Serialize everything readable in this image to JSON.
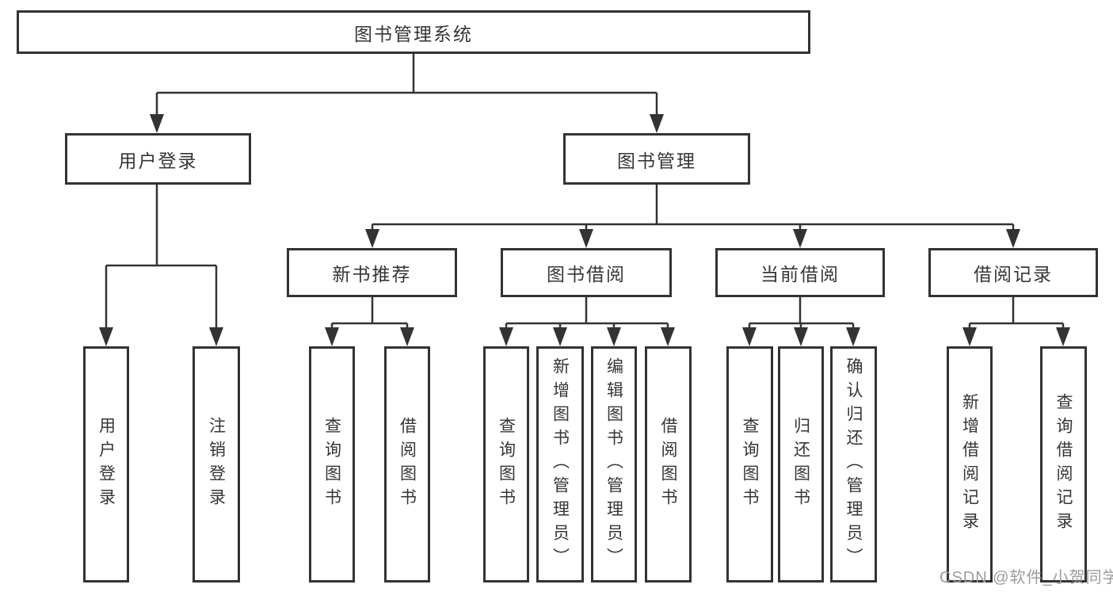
{
  "diagram": {
    "root": {
      "label": "图书管理系统"
    },
    "branches": [
      {
        "label": "用户登录",
        "children": [
          {
            "label": "用户登录"
          },
          {
            "label": "注销登录"
          }
        ]
      },
      {
        "label": "图书管理",
        "children": [
          {
            "label": "新书推荐",
            "children": [
              {
                "label": "查询图书"
              },
              {
                "label": "借阅图书"
              }
            ]
          },
          {
            "label": "图书借阅",
            "children": [
              {
                "label": "查询图书"
              },
              {
                "label": "新增图书（管理员）"
              },
              {
                "label": "编辑图书（管理员）"
              },
              {
                "label": "借阅图书"
              }
            ]
          },
          {
            "label": "当前借阅",
            "children": [
              {
                "label": "查询图书"
              },
              {
                "label": "归还图书"
              },
              {
                "label": "确认归还（管理员）"
              }
            ]
          },
          {
            "label": "借阅记录",
            "children": [
              {
                "label": "新增借阅记录"
              },
              {
                "label": "查询借阅记录"
              }
            ]
          }
        ]
      }
    ],
    "colors": {
      "line": "#333333",
      "border": "#333333",
      "text": "#363636",
      "background": "#ffffff",
      "watermark": "#9c9c9c"
    }
  },
  "watermark": {
    "text": "CSDN @软件_小贺同学"
  }
}
